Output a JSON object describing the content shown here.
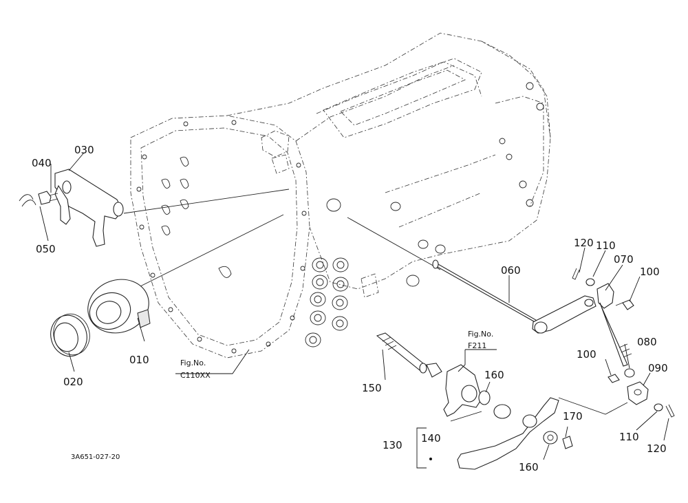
{
  "labels": {
    "p010": "010",
    "p020": "020",
    "p030": "030",
    "p040": "040",
    "p050": "050",
    "p060": "060",
    "p070": "070",
    "p080": "080",
    "p090": "090",
    "p100a": "100",
    "p100b": "100",
    "p110a": "110",
    "p110b": "110",
    "p120a": "120",
    "p120b": "120",
    "p130": "130",
    "p140": "140",
    "p150": "150",
    "p160a": "160",
    "p160b": "160",
    "p170": "170"
  },
  "fig_refs": {
    "housing_line1": "Fig.No.",
    "housing_line2": "C110XX",
    "lever_line1": "Fig.No.",
    "lever_line2": "F211"
  },
  "drawing_id": "3A651-027-20"
}
